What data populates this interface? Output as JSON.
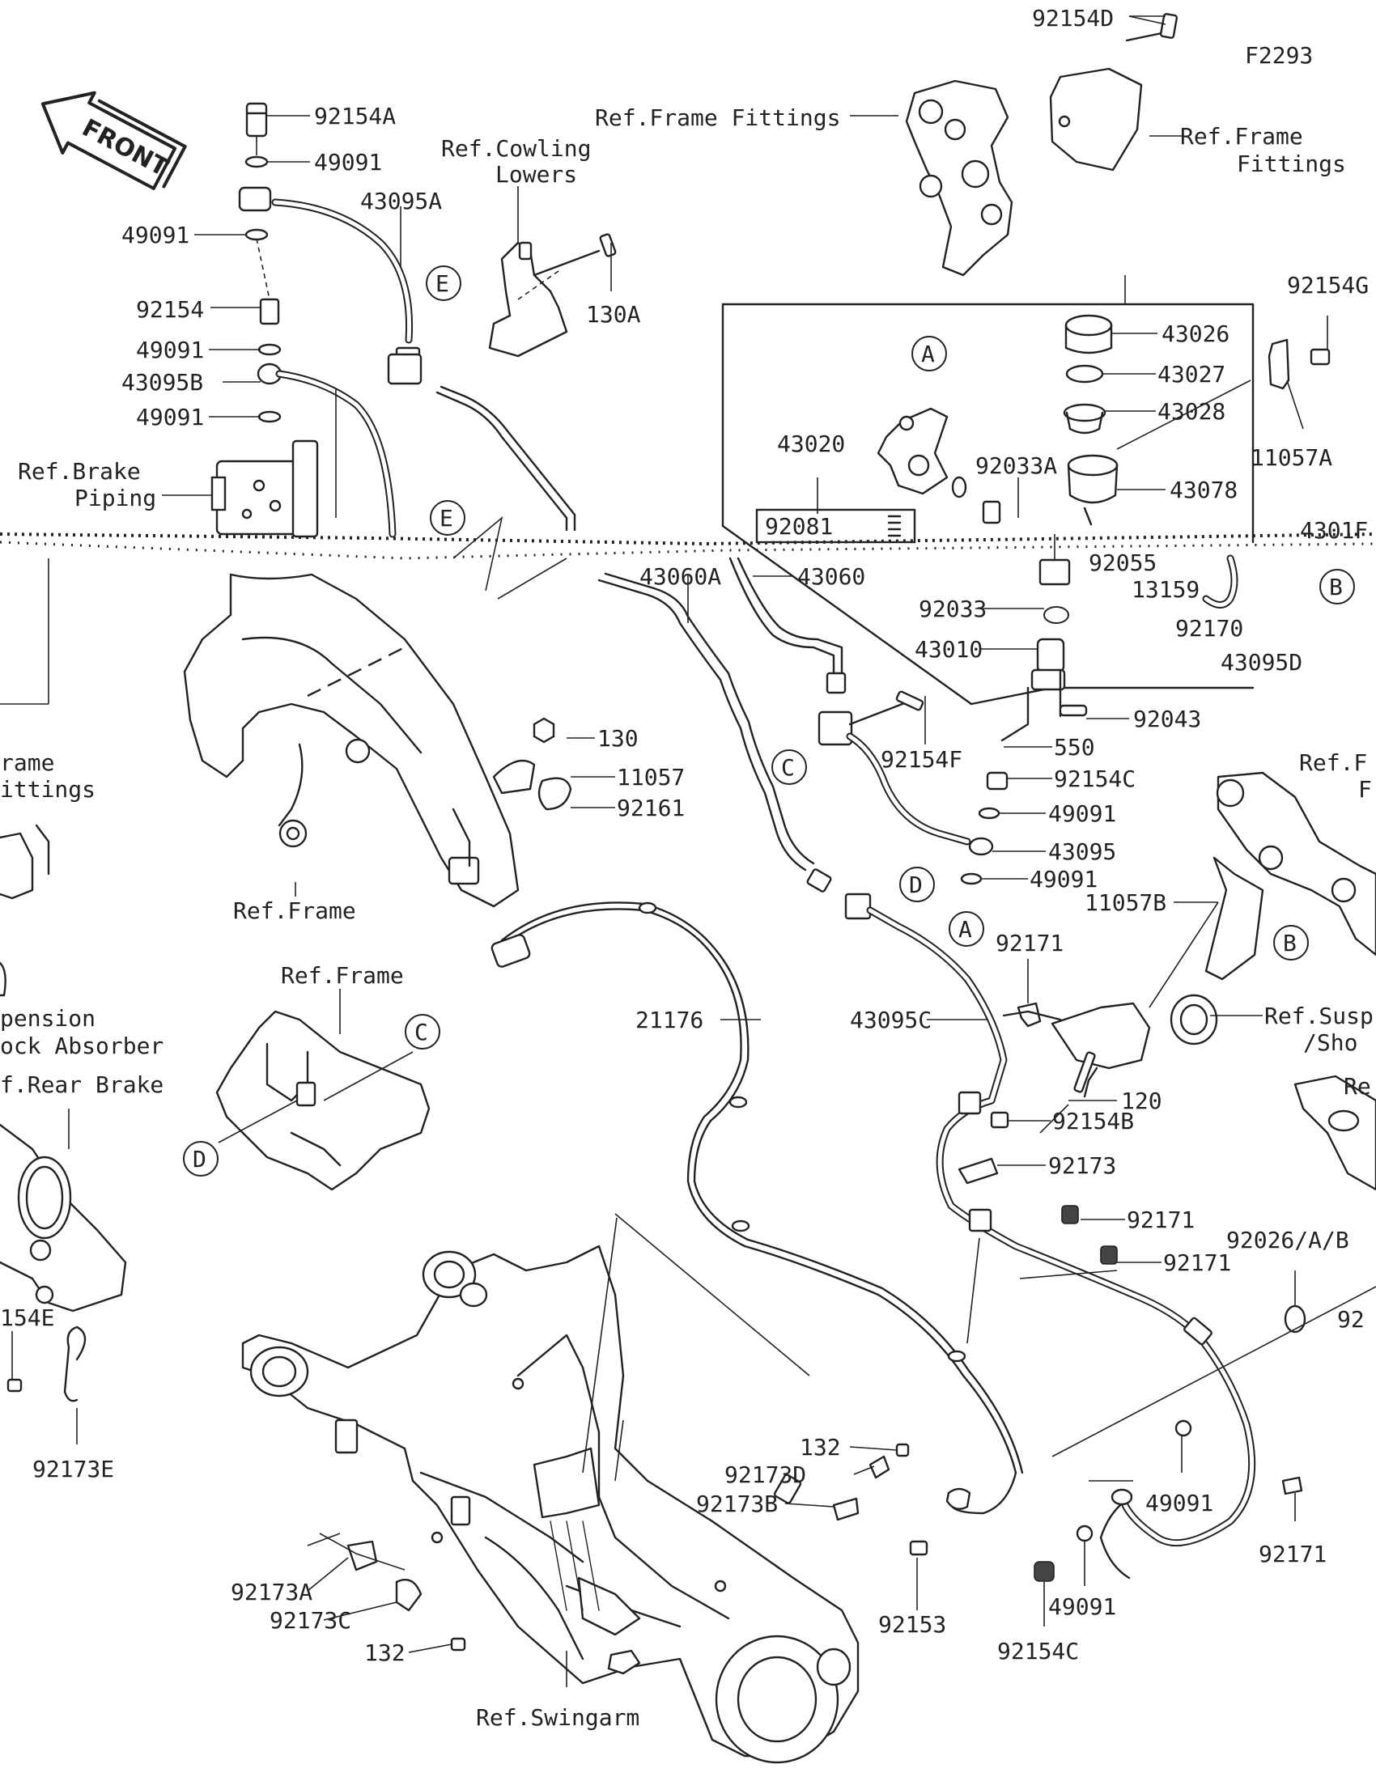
{
  "diagram_code": "F2293",
  "front_label": "FRONT",
  "labels": [
    {
      "id": "92154D-top",
      "text": "92154D"
    },
    {
      "id": "ref-frame-fittings-a",
      "text": "Ref.Frame Fittings"
    },
    {
      "id": "ref-frame-fittings-b1",
      "text": "Ref.Frame"
    },
    {
      "id": "ref-frame-fittings-b2",
      "text": "Fittings"
    },
    {
      "id": "92154A",
      "text": "92154A"
    },
    {
      "id": "49091-a",
      "text": "49091"
    },
    {
      "id": "43095A",
      "text": "43095A"
    },
    {
      "id": "ref-cowling-1",
      "text": "Ref.Cowling"
    },
    {
      "id": "ref-cowling-2",
      "text": "Lowers"
    },
    {
      "id": "49091-b",
      "text": "49091"
    },
    {
      "id": "130A",
      "text": "130A"
    },
    {
      "id": "92154",
      "text": "92154"
    },
    {
      "id": "49091-c",
      "text": "49091"
    },
    {
      "id": "43095B",
      "text": "43095B"
    },
    {
      "id": "49091-d",
      "text": "49091"
    },
    {
      "id": "ref-brake-piping-1",
      "text": "Ref.Brake"
    },
    {
      "id": "ref-brake-piping-2",
      "text": "Piping"
    },
    {
      "id": "92154G",
      "text": "92154G"
    },
    {
      "id": "43026",
      "text": "43026"
    },
    {
      "id": "43027",
      "text": "43027"
    },
    {
      "id": "43028",
      "text": "43028"
    },
    {
      "id": "11057A",
      "text": "11057A"
    },
    {
      "id": "43020",
      "text": "43020"
    },
    {
      "id": "92033A",
      "text": "92033A"
    },
    {
      "id": "43078",
      "text": "43078"
    },
    {
      "id": "92081",
      "text": "92081"
    },
    {
      "id": "43015-partial",
      "text": "4301F"
    },
    {
      "id": "92055",
      "text": "92055"
    },
    {
      "id": "13159",
      "text": "13159"
    },
    {
      "id": "43060A",
      "text": "43060A"
    },
    {
      "id": "43060",
      "text": "43060"
    },
    {
      "id": "92033",
      "text": "92033"
    },
    {
      "id": "92170",
      "text": "92170"
    },
    {
      "id": "43010",
      "text": "43010"
    },
    {
      "id": "43095D",
      "text": "43095D"
    },
    {
      "id": "92043",
      "text": "92043"
    },
    {
      "id": "130",
      "text": "130"
    },
    {
      "id": "11057",
      "text": "11057"
    },
    {
      "id": "92161",
      "text": "92161"
    },
    {
      "id": "92154F",
      "text": "92154F"
    },
    {
      "id": "550",
      "text": "550"
    },
    {
      "id": "92154C-a",
      "text": "92154C"
    },
    {
      "id": "49091-e",
      "text": "49091"
    },
    {
      "id": "43095",
      "text": "43095"
    },
    {
      "id": "49091-f",
      "text": "49091"
    },
    {
      "id": "ref-frame-left-1",
      "text": "rame"
    },
    {
      "id": "ref-frame-left-2",
      "text": "ittings"
    },
    {
      "id": "ref-frame",
      "text": "Ref.Frame"
    },
    {
      "id": "11057B",
      "text": "11057B"
    },
    {
      "id": "ref-frame-right-1",
      "text": "Ref.F"
    },
    {
      "id": "ref-frame-right-2",
      "text": "F"
    },
    {
      "id": "92171-a",
      "text": "92171"
    },
    {
      "id": "ref-frame-2",
      "text": "Ref.Frame"
    },
    {
      "id": "suspension-1",
      "text": "pension"
    },
    {
      "id": "suspension-2",
      "text": "ock Absorber"
    },
    {
      "id": "ref-rear-brake",
      "text": "f.Rear Brake"
    },
    {
      "id": "21176",
      "text": "21176"
    },
    {
      "id": "43095C",
      "text": "43095C"
    },
    {
      "id": "ref-susp-1",
      "text": "Ref.Susp"
    },
    {
      "id": "ref-susp-2",
      "text": "/Sho"
    },
    {
      "id": "120",
      "text": "120"
    },
    {
      "id": "re-right",
      "text": "Re"
    },
    {
      "id": "92154B",
      "text": "92154B"
    },
    {
      "id": "92173",
      "text": "92173"
    },
    {
      "id": "92171-b",
      "text": "92171"
    },
    {
      "id": "92026",
      "text": "92026/A/B"
    },
    {
      "id": "92171-c",
      "text": "92171"
    },
    {
      "id": "92-right",
      "text": "92"
    },
    {
      "id": "154E",
      "text": "154E"
    },
    {
      "id": "92173E",
      "text": "92173E"
    },
    {
      "id": "132-a",
      "text": "132"
    },
    {
      "id": "92173D",
      "text": "92173D"
    },
    {
      "id": "92173B",
      "text": "92173B"
    },
    {
      "id": "49091-g",
      "text": "49091"
    },
    {
      "id": "92171-d",
      "text": "92171"
    },
    {
      "id": "92173A",
      "text": "92173A"
    },
    {
      "id": "92173C",
      "text": "92173C"
    },
    {
      "id": "92153",
      "text": "92153"
    },
    {
      "id": "49091-h",
      "text": "49091"
    },
    {
      "id": "132-b",
      "text": "132"
    },
    {
      "id": "92154C-b",
      "text": "92154C"
    },
    {
      "id": "ref-swingarm",
      "text": "Ref.Swingarm"
    }
  ],
  "callouts": [
    {
      "id": "E-1",
      "letter": "E"
    },
    {
      "id": "E-2",
      "letter": "E"
    },
    {
      "id": "A-1",
      "letter": "A"
    },
    {
      "id": "A-2",
      "letter": "A"
    },
    {
      "id": "B-1",
      "letter": "B"
    },
    {
      "id": "B-2",
      "letter": "B"
    },
    {
      "id": "C-1",
      "letter": "C"
    },
    {
      "id": "C-2",
      "letter": "C"
    },
    {
      "id": "D-1",
      "letter": "D"
    },
    {
      "id": "D-2",
      "letter": "D"
    }
  ]
}
